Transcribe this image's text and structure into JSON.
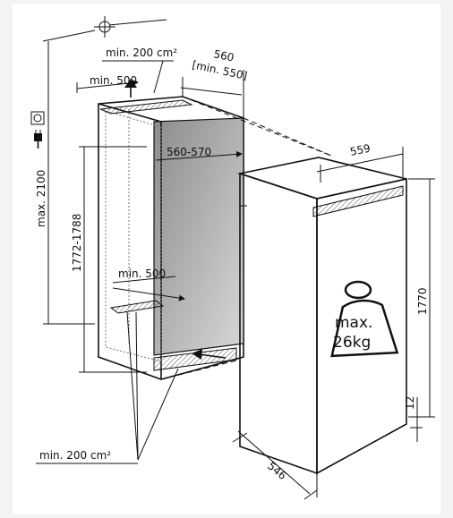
{
  "labels": {
    "top_vent": "min. 200 cm²",
    "top_depth_min": "min. 500",
    "niche_width": "560",
    "niche_width_min": "[min. 550]",
    "max_height": "max. 2100",
    "inner_width": "560-570",
    "niche_height": "1772-1788",
    "bottom_depth_min": "min. 500",
    "bottom_vent": "min. 200 cm²",
    "appliance_width": "559",
    "appliance_height": "1770",
    "plinth_height": "12",
    "appliance_depth": "546",
    "load_label_1": "max.",
    "load_label_2": "26kg"
  },
  "icons": [
    "power-plug-icon",
    "socket-icon",
    "ground-symbol-icon",
    "weight-icon",
    "arrow-up-icon",
    "arrow-left-icon"
  ]
}
